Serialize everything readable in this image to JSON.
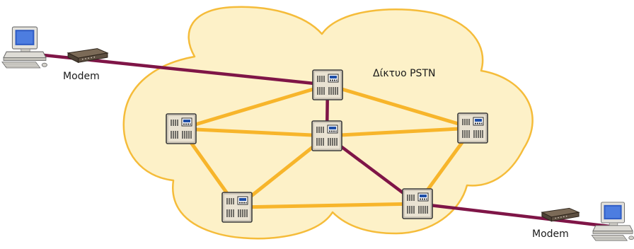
{
  "network_label": "Δίκτυο PSTN",
  "left_modem_label": "Modem",
  "right_modem_label": "Modem",
  "colors": {
    "cloud_fill": "#fdf1c8",
    "cloud_outline": "#f5bc3a",
    "trunk_link": "#f7b52b",
    "subscriber_link": "#7f1547",
    "switch_body": "#e9e2d2",
    "switch_outline": "#3a3a3a"
  },
  "icons": [
    "desktop-computer-icon",
    "modem-icon",
    "telephone-exchange-icon"
  ]
}
